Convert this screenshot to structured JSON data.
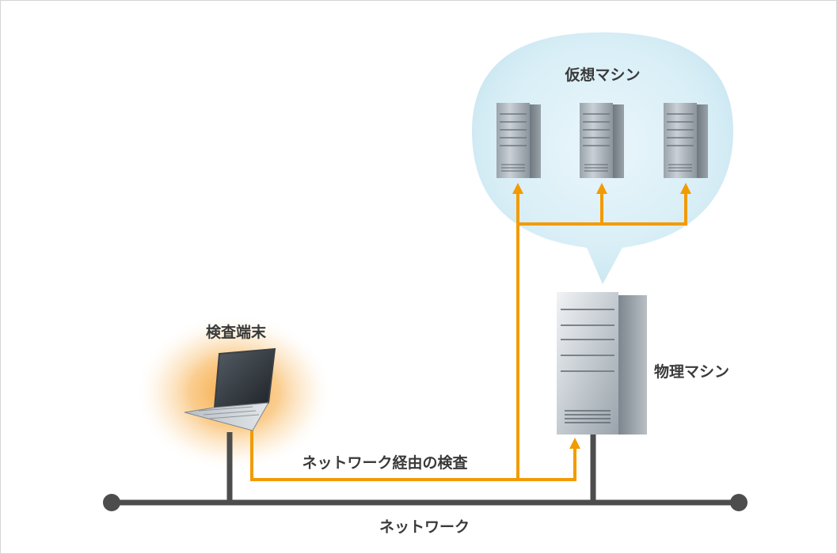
{
  "labels": {
    "virtual_machines": "仮想マシン",
    "inspection_terminal": "検査端末",
    "physical_machine": "物理マシン",
    "network_inspection": "ネットワーク経由の検査",
    "network": "ネットワーク"
  },
  "colors": {
    "arrow": "#f29b00",
    "network_line": "#4d4d4d",
    "bubble": "#d7edf5",
    "glow": "#f6a93a",
    "label": "#3a3a3a"
  },
  "icons": {
    "virtual_server": "server-tower-icon",
    "physical_server": "server-tower-icon",
    "terminal": "laptop-icon"
  }
}
